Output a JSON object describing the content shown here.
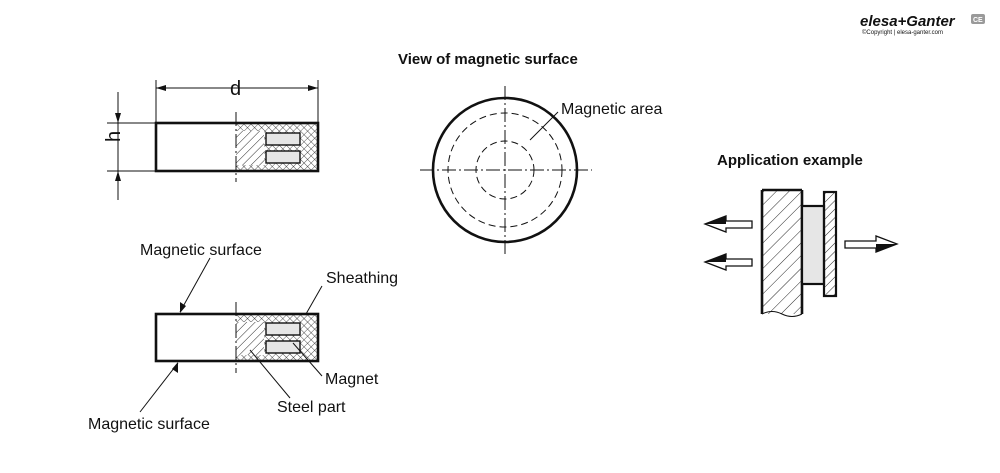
{
  "logo": {
    "brand": "elesa+Ganter",
    "copyright": "©Copyright | elesa-ganter.com"
  },
  "dimensions": {
    "diameter": "d",
    "height": "h"
  },
  "callouts": {
    "magnetic_surface_top": "Magnetic surface",
    "sheathing": "Sheathing",
    "magnet": "Magnet",
    "steel_part": "Steel part",
    "magnetic_surface_bottom": "Magnetic surface",
    "magnetic_area": "Magnetic area"
  },
  "headings": {
    "view": "View of magnetic surface",
    "application": "Application example"
  }
}
